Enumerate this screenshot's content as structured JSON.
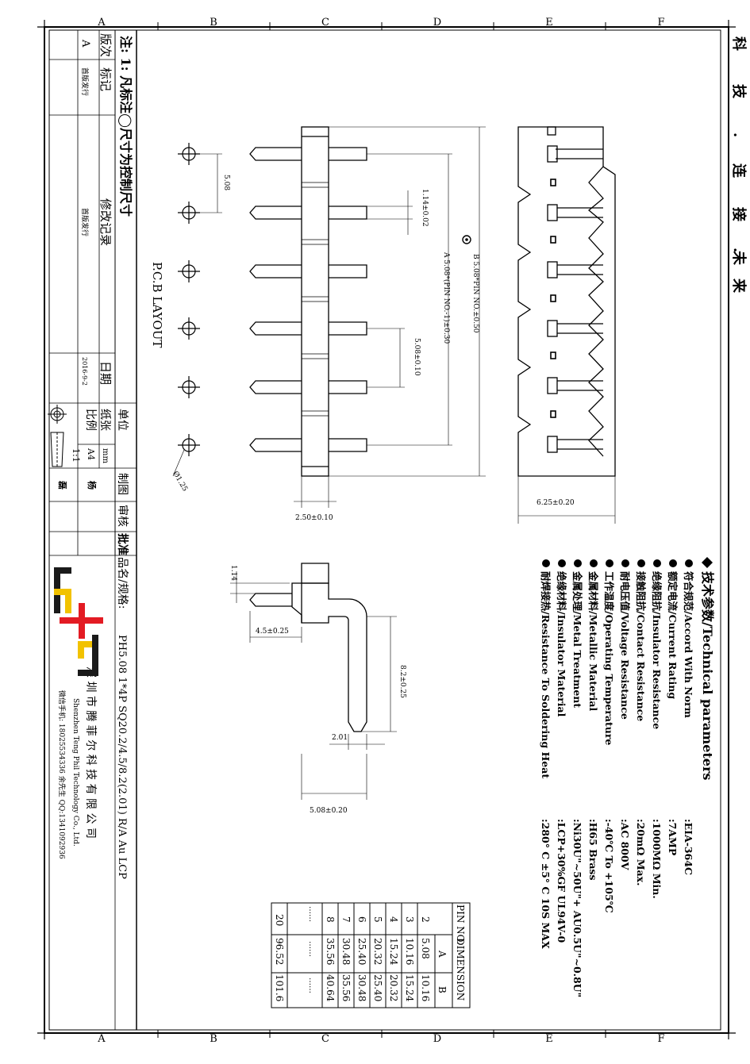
{
  "zones": {
    "top": [
      "A",
      "B",
      "C",
      "D",
      "E",
      "F"
    ],
    "bottom": [
      "A",
      "B",
      "C",
      "D",
      "E",
      "F"
    ]
  },
  "slogan": [
    "科",
    "技",
    ".",
    "连",
    "接",
    ".",
    "未",
    "来"
  ],
  "title_block": {
    "note": "注: 1: 凡标注◯尺寸为控制尺寸",
    "rev_header": [
      "版次",
      "标记",
      "修改记录",
      "日期"
    ],
    "rev_row": [
      "A",
      "首版发行",
      "首版发行",
      "2016-9-2"
    ],
    "unit_label": "单位",
    "unit_value": "mm",
    "paper_label": "纸张",
    "paper_value": "A4",
    "scale_label": "比例",
    "scale_value": "1:1",
    "drawn_label": "制图",
    "drawn_value": "杨",
    "check_label": "审核",
    "check_value": "磊",
    "approve_label": "批准",
    "part_label": "品名/规格:",
    "part_value": "PH5.08 1*4P SQ20.2/4.5/8.2(2.01) R/A Au LCP",
    "company_cn": "深 圳 市 腾 菲 尔 科 技 有 限 公 司",
    "company_en": "Shenzhen Teng Phil Technology Co., Ltd.",
    "contact": "微信手机: 18025534336 余先生 QQ:1341092936"
  },
  "dimensions": {
    "pitch": "5.08",
    "pin_width": "1.14±0.02",
    "pitch_tol": "5.08±0.10",
    "dim_a": "A  5.08*(PIN NO.-1)±0.30",
    "dim_b": "B  5.08*PIN NO.±0.50",
    "body_depth": "2.50±0.10",
    "housing_depth": "6.25±0.20",
    "pcb_layout": "P.C.B LAYOUT",
    "hole_dia": "Ø1.25",
    "side_pin": "1.14",
    "side_post": "4.5±0.25",
    "side_tail": "8.2±0.25",
    "side_pin2": "2.01",
    "side_width": "5.08±0.20"
  },
  "tech": {
    "heading": "技术参数/Technical parameters",
    "rows": [
      {
        "label": "符合规范/Accord With Norm",
        "value": ":EIA-364C"
      },
      {
        "label": "额定电流/Current Rating",
        "value": ":7AMP"
      },
      {
        "label": "绝缘阻抗/Insulator Resistance",
        "value": ":1000MΩ Min."
      },
      {
        "label": "接触阻抗/Contact Resistance",
        "value": ":20mΩ Max."
      },
      {
        "label": "耐电压值/Voltage Resistance",
        "value": ":AC 800V"
      },
      {
        "label": "工作温度/Operating Temperature",
        "value": ":-40℃ To +105℃"
      },
      {
        "label": "金属材料/Metallic Material",
        "value": ":H65 Brass"
      },
      {
        "label": "金属处理/Metal Treatment",
        "value": ":Ni30U\"~50U\"+ AU0.5U\"~0.8U\""
      },
      {
        "label": "绝缘材料/Insulator Material",
        "value": ":LCP+30%GF UL94V-0"
      },
      {
        "label": "耐焊接热/Resistance To Soldering Heat",
        "value": ":280° C ±5° C   10S MAX"
      }
    ]
  },
  "dim_table": {
    "header": "DIMENSION",
    "col_pin": "PIN NO.",
    "col_a": "A",
    "col_b": "B",
    "rows": [
      [
        "2",
        "5.08",
        "10.16"
      ],
      [
        "3",
        "10.16",
        "15.24"
      ],
      [
        "4",
        "15.24",
        "20.32"
      ],
      [
        "5",
        "20.32",
        "25.40"
      ],
      [
        "6",
        "25.40",
        "30.48"
      ],
      [
        "7",
        "30.48",
        "35.56"
      ],
      [
        "8",
        "35.56",
        "40.64"
      ],
      [
        "……",
        "……",
        "……"
      ],
      [
        "20",
        "96.52",
        "101.6"
      ]
    ]
  }
}
